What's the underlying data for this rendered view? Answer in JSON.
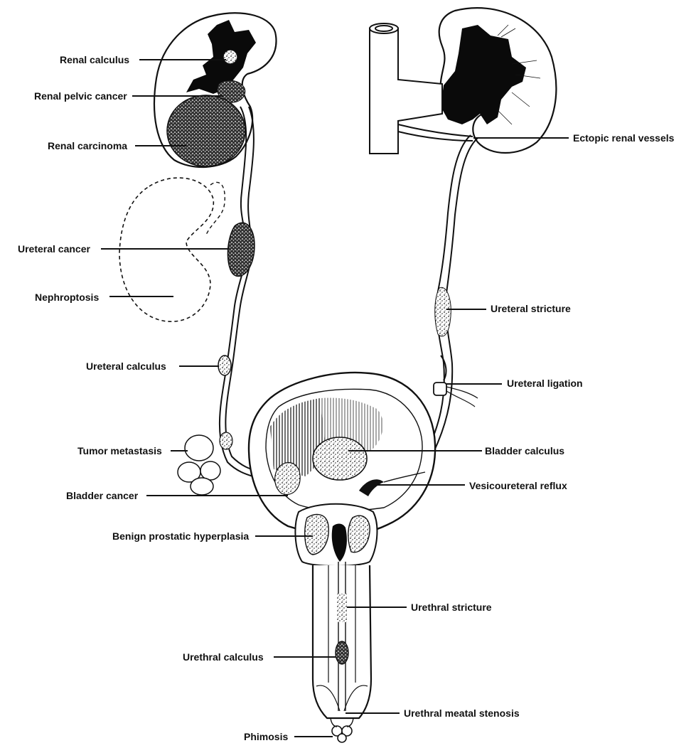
{
  "labels": {
    "renal_calculus": "Renal calculus",
    "renal_pelvic_cancer": "Renal pelvic cancer",
    "renal_carcinoma": "Renal carcinoma",
    "ureteral_cancer": "Ureteral cancer",
    "nephroptosis": "Nephroptosis",
    "ureteral_calculus": "Ureteral calculus",
    "tumor_metastasis": "Tumor metastasis",
    "bladder_cancer": "Bladder cancer",
    "benign_prostatic_hyperplasia": "Benign prostatic hyperplasia",
    "urethral_calculus": "Urethral calculus",
    "phimosis": "Phimosis",
    "ectopic_renal_vessels": "Ectopic renal vessels",
    "ureteral_stricture": "Ureteral stricture",
    "ureteral_ligation": "Ureteral ligation",
    "bladder_calculus": "Bladder calculus",
    "vesicoureteral_reflux": "Vesicoureteral reflux",
    "urethral_stricture": "Urethral stricture",
    "urethral_meatal_stenosis": "Urethral meatal stenosis"
  }
}
